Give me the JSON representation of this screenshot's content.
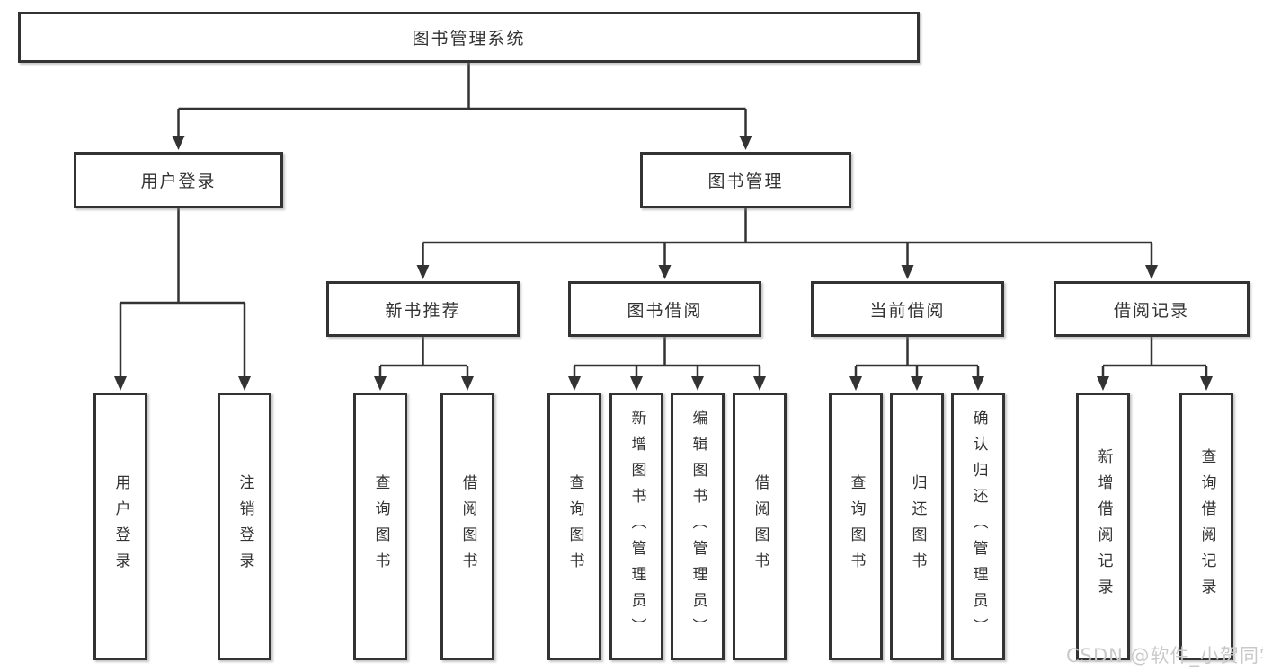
{
  "nodes": {
    "root": "图书管理系统",
    "user_login": "用户登录",
    "book_management": "图书管理",
    "login": "用户登录",
    "logout": "注销登录",
    "new_book_recommend": "新书推荐",
    "book_borrow": "图书借阅",
    "current_borrow": "当前借阅",
    "borrow_records": "借阅记录",
    "nb_query_books": "查询图书",
    "nb_borrow_books": "借阅图书",
    "bb_query_books": "查询图书",
    "bb_add_books": "新增图书（管理员）",
    "bb_edit_books": "编辑图书（管理员）",
    "bb_borrow_books": "借阅图书",
    "cb_query_books": "查询图书",
    "cb_return_books": "归还图书",
    "cb_confirm_return": "确认归还（管理员）",
    "br_add_record": "新增借阅记录",
    "br_query_record": "查询借阅记录"
  },
  "structure": {
    "图书管理系统": {
      "用户登录": [
        "用户登录",
        "注销登录"
      ],
      "图书管理": {
        "新书推荐": [
          "查询图书",
          "借阅图书"
        ],
        "图书借阅": [
          "查询图书",
          "新增图书（管理员）",
          "编辑图书（管理员）",
          "借阅图书"
        ],
        "当前借阅": [
          "查询图书",
          "归还图书",
          "确认归还（管理员）"
        ],
        "借阅记录": [
          "新增借阅记录",
          "查询借阅记录"
        ]
      }
    }
  },
  "watermark": {
    "text": "CSDN @软件_小贺同学",
    "color": "#c9c9c9"
  },
  "colors": {
    "line": "#333333",
    "border": "#333333",
    "text": "#333333",
    "background": "#ffffff"
  }
}
